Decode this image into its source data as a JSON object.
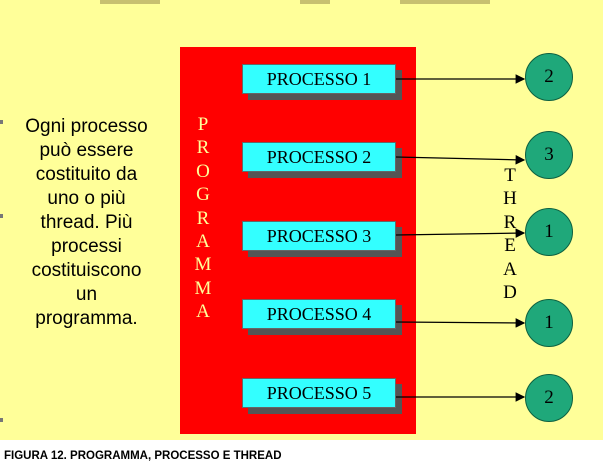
{
  "description": [
    "Ogni processo",
    "può essere",
    "costituito da",
    "uno o più",
    "thread. Più",
    "processi",
    "costituiscono",
    "un",
    "programma."
  ],
  "programma_label": [
    "P",
    "R",
    "O",
    "G",
    "R",
    "A",
    "M",
    "M",
    "A"
  ],
  "thread_label": [
    "T",
    "H",
    "R",
    "E",
    "A",
    "D"
  ],
  "processes": [
    "PROCESSO 1",
    "PROCESSO 2",
    "PROCESSO 3",
    "PROCESSO 4",
    "PROCESSO 5"
  ],
  "threads": [
    "2",
    "3",
    "1",
    "1",
    "2"
  ],
  "caption": "FIGURA 12. PROGRAMMA, PROCESSO E THREAD",
  "colors": {
    "background": "#ffff99",
    "programma_box": "#ff0000",
    "process_box": "#33ffff",
    "thread_circle": "#1fa87a"
  }
}
